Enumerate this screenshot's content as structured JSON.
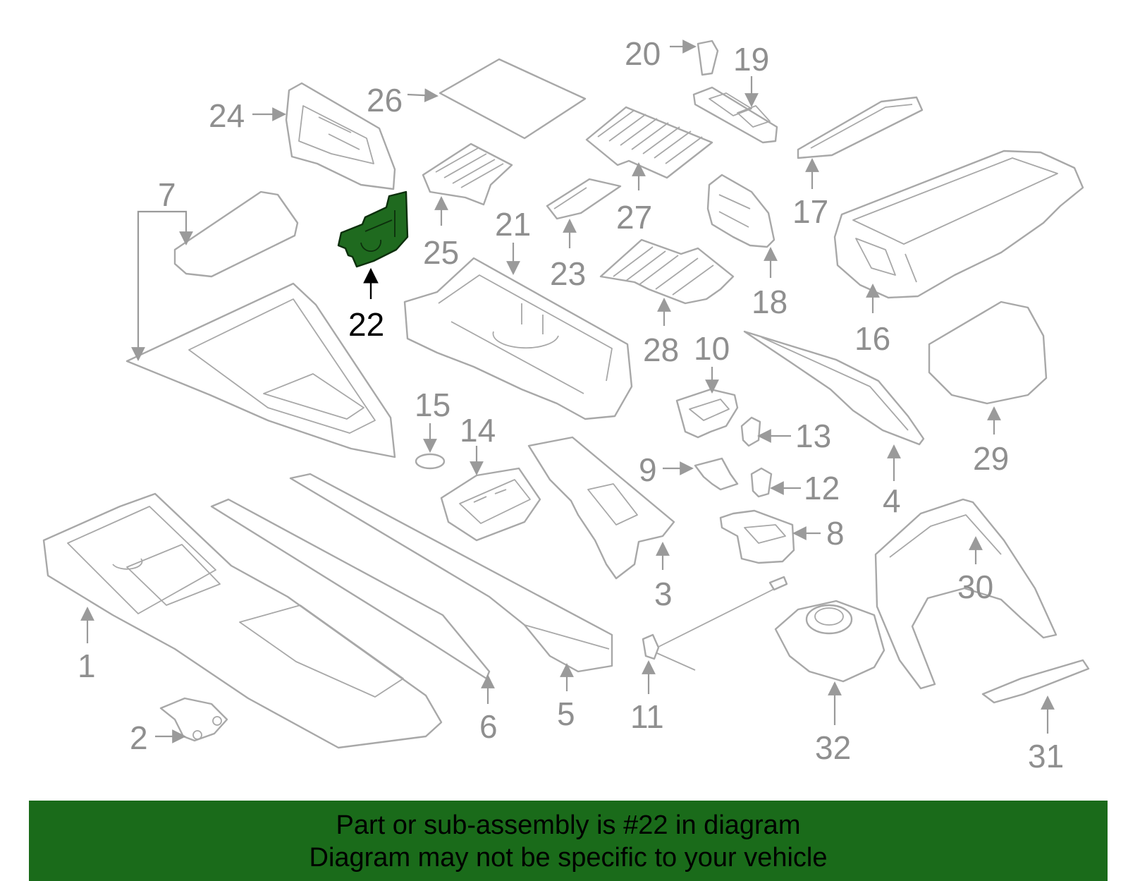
{
  "diagram": {
    "highlighted_part": "22",
    "part_numbers": [
      "1",
      "2",
      "3",
      "4",
      "5",
      "6",
      "7",
      "8",
      "9",
      "10",
      "11",
      "12",
      "13",
      "14",
      "15",
      "16",
      "17",
      "18",
      "19",
      "20",
      "21",
      "22",
      "23",
      "24",
      "25",
      "26",
      "27",
      "28",
      "29",
      "30",
      "31",
      "32"
    ]
  },
  "colors": {
    "banner_background": "#1a6b1a",
    "highlight_part": "#1f6a1f",
    "line_art": "#a8a8a8",
    "callout_text": "#8f8f8f",
    "active_callout_text": "#000000"
  },
  "banner": {
    "line1": "Part or sub-assembly is #22 in diagram",
    "line2": "Diagram may not be specific to your vehicle"
  }
}
